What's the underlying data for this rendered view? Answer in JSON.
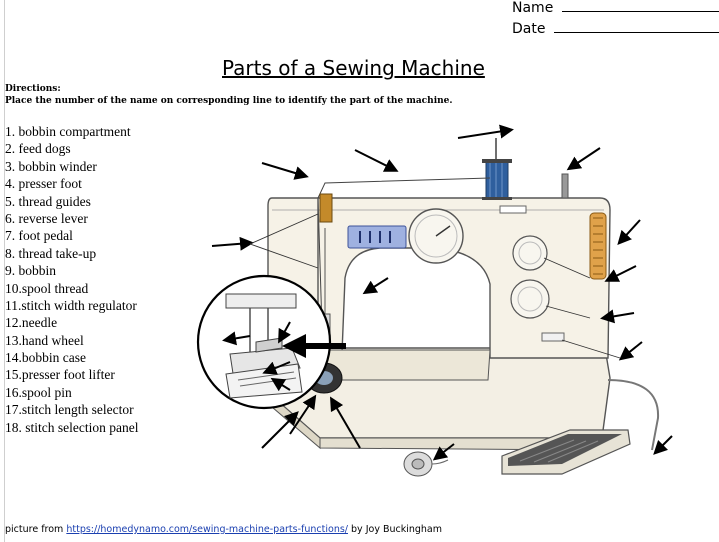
{
  "header": {
    "name_label": "Name",
    "date_label": "Date"
  },
  "title": "Parts of a Sewing Machine",
  "directions": {
    "heading": "Directions:",
    "text": "Place the number of the name on corresponding line to identify the part of the machine."
  },
  "parts": [
    {
      "num": "1.",
      "name": "bobbin compartment"
    },
    {
      "num": "2.",
      "name": "feed dogs"
    },
    {
      "num": "3.",
      "name": "bobbin winder"
    },
    {
      "num": "4.",
      "name": "presser foot"
    },
    {
      "num": "5.",
      "name": "thread guides"
    },
    {
      "num": "6.",
      "name": "reverse lever"
    },
    {
      "num": "7.",
      "name": "foot pedal"
    },
    {
      "num": "8.",
      "name": "thread take-up"
    },
    {
      "num": "9.",
      "name": "bobbin"
    },
    {
      "num": "10.",
      "name": "spool thread"
    },
    {
      "num": "11.",
      "name": "stitch width regulator"
    },
    {
      "num": "12.",
      "name": "needle"
    },
    {
      "num": "13.",
      "name": "hand wheel"
    },
    {
      "num": "14.",
      "name": "bobbin case"
    },
    {
      "num": "15.",
      "name": "presser foot lifter"
    },
    {
      "num": "16.",
      "name": "spool pin"
    },
    {
      "num": "17.",
      "name": "stitch length selector"
    },
    {
      "num": "18.",
      "name": "stitch selection panel"
    }
  ],
  "credit": {
    "prefix": "picture from",
    "url": "https://homedynamo.com/sewing-machine-parts-functions/",
    "suffix": "by Joy Buckingham"
  },
  "colors": {
    "spool": "#2f5f9e",
    "panel": "#9fb1e0",
    "link": "#1a3fb0"
  }
}
